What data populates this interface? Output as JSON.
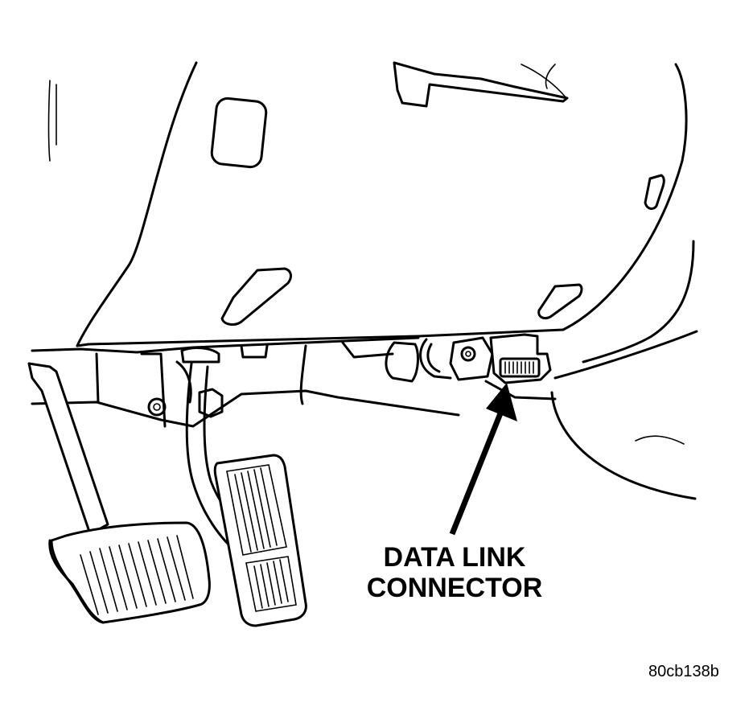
{
  "callout": {
    "line1": "DATA LINK",
    "line2": "CONNECTOR"
  },
  "figure_id": "80cb138b",
  "icons": [
    "instrument-panel",
    "brake-pedal",
    "accelerator-pedal",
    "data-link-connector",
    "pointer-arrow"
  ]
}
